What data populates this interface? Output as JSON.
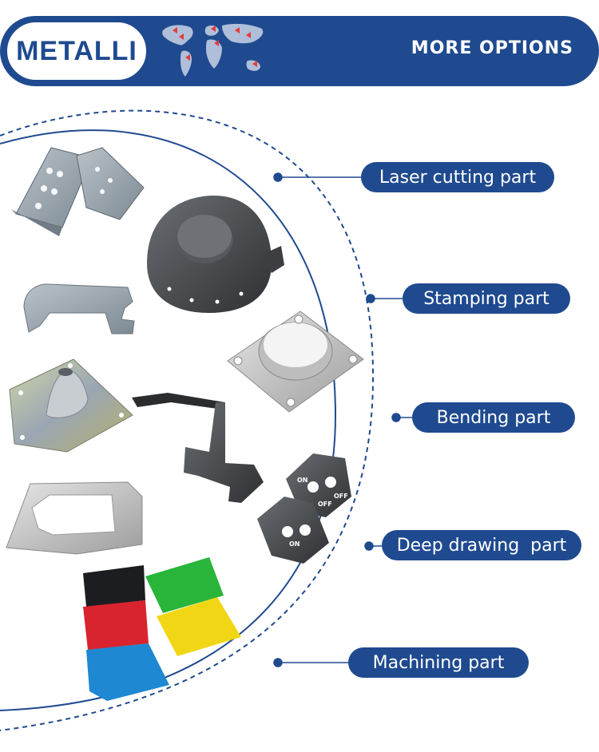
{
  "header": {
    "logo_text": "METALLI",
    "more_options_label": "MORE OPTIONS"
  },
  "parts": [
    {
      "label": "Laser cutting part"
    },
    {
      "label": "Stamping part"
    },
    {
      "label": "Bending part"
    },
    {
      "label": "Deep drawing  part"
    },
    {
      "label": "Machining part"
    }
  ],
  "switch_plate_text": {
    "on": "ON",
    "off": "OFF"
  },
  "colors": {
    "brand_blue": "#1f4a8f",
    "map_marker_red": "#e23b3b"
  }
}
